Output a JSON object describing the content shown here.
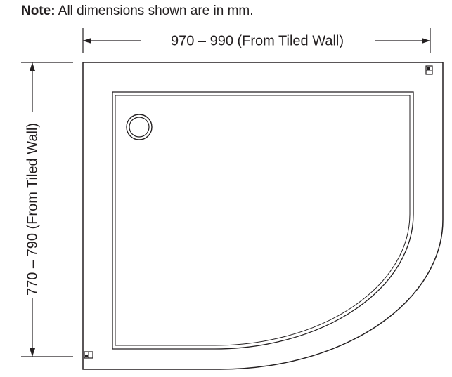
{
  "note": {
    "label": "Note:",
    "text": " All dimensions shown are in mm."
  },
  "dimensions": {
    "width": "970 – 990 (From Tiled Wall)",
    "depth": "770 – 790 (From Tiled Wall)"
  },
  "colors": {
    "line": "#231f20",
    "background": "#ffffff"
  },
  "icons": {
    "waste": "drain-waste-icon",
    "clip": "wall-clip-icon"
  }
}
